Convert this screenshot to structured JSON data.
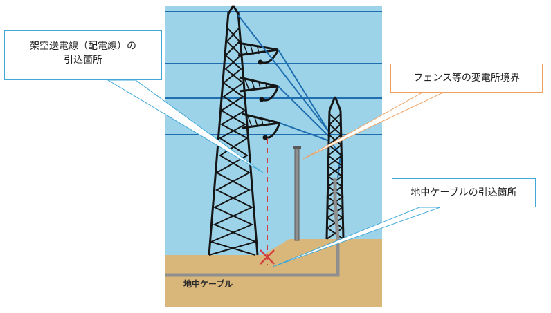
{
  "callouts": {
    "overhead_line": {
      "line1": "架空送電線（配電線）の",
      "line2": "引込箇所"
    },
    "fence": "フェンス等の変電所境界",
    "underground": "地中ケーブルの引込箇所"
  },
  "ground_label": "地中ケーブル",
  "colors": {
    "sky": "#9dd3e8",
    "ground": "#d9b679",
    "tower": "#151515",
    "wire": "#1f6fb0",
    "cable": "#8f8f8f",
    "boundary_marker": "#d24040",
    "callout_blue": "#3fa8d8",
    "callout_orange": "#f0a060"
  }
}
